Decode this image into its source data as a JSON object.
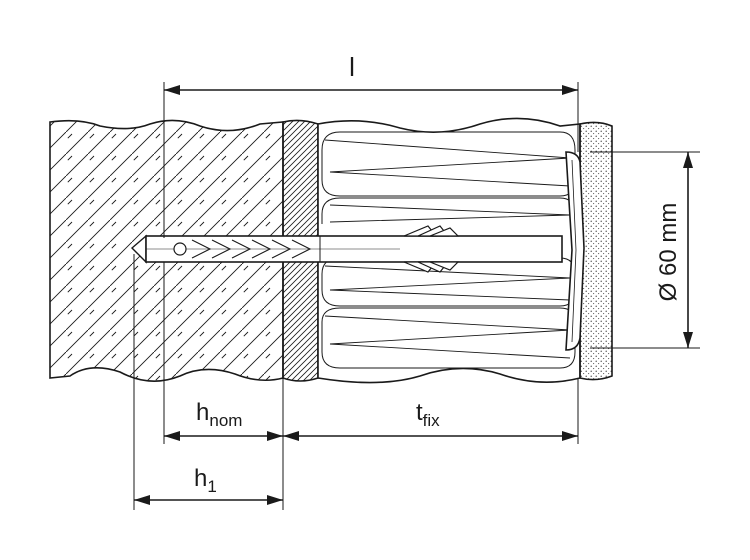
{
  "diagram": {
    "labels": {
      "total_length": "l",
      "h_nom_main": "h",
      "h_nom_sub": "nom",
      "t_fix_main": "t",
      "t_fix_sub": "fix",
      "h1_main": "h",
      "h1_sub": "1",
      "diameter": "Ø 60 mm"
    },
    "components": [
      "base-material",
      "plaster-layer",
      "insulation-layer",
      "render-layer",
      "anchor-plate",
      "anchor-sleeve"
    ],
    "colors": {
      "ink": "#1a1a1a",
      "background": "#ffffff"
    }
  }
}
